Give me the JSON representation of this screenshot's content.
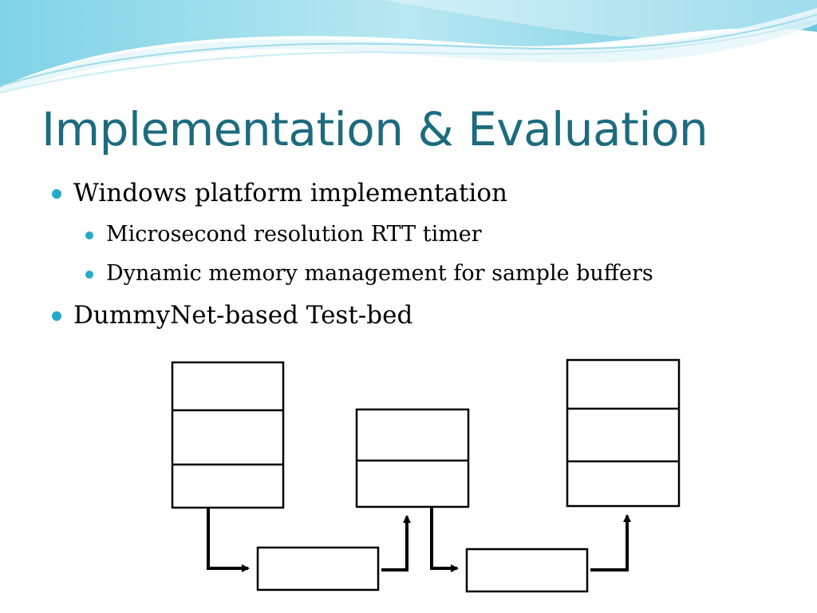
{
  "slide": {
    "title": "Implementation & Evaluation",
    "bullets": [
      {
        "text": "Windows platform implementation",
        "level": 1
      },
      {
        "text": "Microsecond resolution RTT timer",
        "level": 2
      },
      {
        "text": "Dynamic memory management for sample buffers",
        "level": 2
      },
      {
        "text": "DummyNet-based Test-bed",
        "level": 1
      }
    ]
  },
  "colors": {
    "title": "#1c6b7e",
    "bullet": "#27a9c8",
    "wave_light": "#bfe9f2",
    "wave_dark": "#5cc4dd"
  }
}
